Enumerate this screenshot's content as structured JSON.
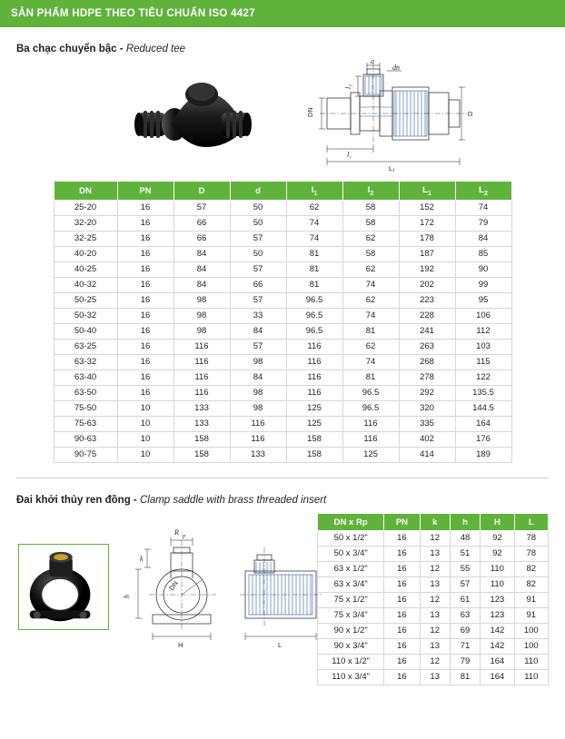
{
  "header": {
    "title": "SẢN PHẨM HDPE THEO TIÊU CHUẨN ISO 4427"
  },
  "section1": {
    "title_vi": "Ba chạc chuyển bậc -",
    "title_en": "Reduced tee",
    "drawing_labels": [
      "d",
      "dn",
      "DN",
      "l2",
      "D",
      "l1",
      "L1"
    ],
    "table": {
      "columns": [
        "DN",
        "PN",
        "D",
        "d",
        "l1",
        "l2",
        "L1",
        "L2"
      ],
      "rows": [
        [
          "25-20",
          "16",
          "57",
          "50",
          "62",
          "58",
          "152",
          "74"
        ],
        [
          "32-20",
          "16",
          "66",
          "50",
          "74",
          "58",
          "172",
          "79"
        ],
        [
          "32-25",
          "16",
          "66",
          "57",
          "74",
          "62",
          "178",
          "84"
        ],
        [
          "40-20",
          "16",
          "84",
          "50",
          "81",
          "58",
          "187",
          "85"
        ],
        [
          "40-25",
          "16",
          "84",
          "57",
          "81",
          "62",
          "192",
          "90"
        ],
        [
          "40-32",
          "16",
          "84",
          "66",
          "81",
          "74",
          "202",
          "99"
        ],
        [
          "50-25",
          "16",
          "98",
          "57",
          "96.5",
          "62",
          "223",
          "95"
        ],
        [
          "50-32",
          "16",
          "98",
          "33",
          "96.5",
          "74",
          "228",
          "106"
        ],
        [
          "50-40",
          "16",
          "98",
          "84",
          "96.5",
          "81",
          "241",
          "112"
        ],
        [
          "63-25",
          "16",
          "116",
          "57",
          "116",
          "62",
          "263",
          "103"
        ],
        [
          "63-32",
          "16",
          "116",
          "98",
          "116",
          "74",
          "268",
          "115"
        ],
        [
          "63-40",
          "16",
          "116",
          "84",
          "116",
          "81",
          "278",
          "122"
        ],
        [
          "63-50",
          "16",
          "116",
          "98",
          "116",
          "96.5",
          "292",
          "135.5"
        ],
        [
          "75-50",
          "10",
          "133",
          "98",
          "125",
          "96.5",
          "320",
          "144.5"
        ],
        [
          "75-63",
          "10",
          "133",
          "116",
          "125",
          "116",
          "335",
          "164"
        ],
        [
          "90-63",
          "10",
          "158",
          "116",
          "158",
          "116",
          "402",
          "176"
        ],
        [
          "90-75",
          "10",
          "158",
          "133",
          "158",
          "125",
          "414",
          "189"
        ]
      ]
    }
  },
  "section2": {
    "title_vi": "Đai khởi thủy ren đồng -",
    "title_en": "Clamp saddle with brass threaded insert",
    "drawing_labels": [
      "k",
      "Rp",
      "h",
      "DN",
      "H",
      "L"
    ],
    "table": {
      "columns": [
        "DN x Rp",
        "PN",
        "k",
        "h",
        "H",
        "L"
      ],
      "rows": [
        [
          "50 x 1/2\"",
          "16",
          "12",
          "48",
          "92",
          "78"
        ],
        [
          "50 x 3/4\"",
          "16",
          "13",
          "51",
          "92",
          "78"
        ],
        [
          "63 x 1/2\"",
          "16",
          "12",
          "55",
          "110",
          "82"
        ],
        [
          "63 x 3/4\"",
          "16",
          "13",
          "57",
          "110",
          "82"
        ],
        [
          "75 x 1/2\"",
          "16",
          "12",
          "61",
          "123",
          "91"
        ],
        [
          "75 x 3/4\"",
          "16",
          "13",
          "63",
          "123",
          "91"
        ],
        [
          "90 x 1/2\"",
          "16",
          "12",
          "69",
          "142",
          "100"
        ],
        [
          "90 x 3/4\"",
          "16",
          "13",
          "71",
          "142",
          "100"
        ],
        [
          "110 x 1/2\"",
          "16",
          "12",
          "79",
          "164",
          "110"
        ],
        [
          "110 x 3/4\"",
          "16",
          "13",
          "81",
          "164",
          "110"
        ]
      ]
    }
  },
  "colors": {
    "brand_green": "#5fb33a",
    "white": "#ffffff",
    "text": "#231f20"
  }
}
